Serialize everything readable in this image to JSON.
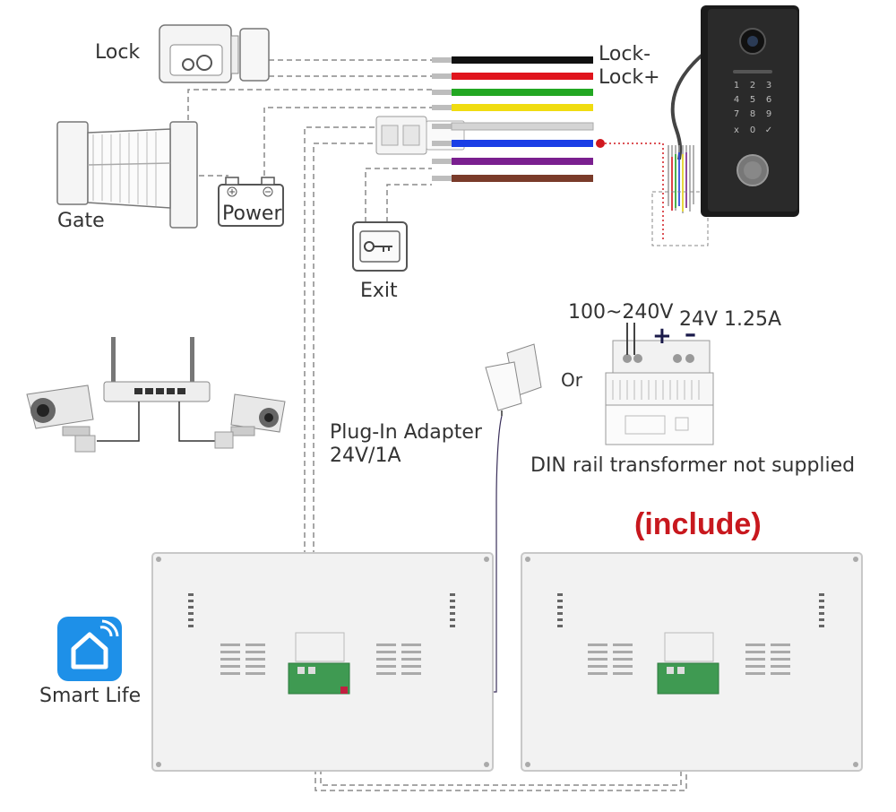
{
  "labels": {
    "lock": "Lock",
    "gate": "Gate",
    "power": "Power",
    "exit": "Exit",
    "lock_minus": "Lock-",
    "lock_plus": "Lock+",
    "voltage_range": "100~240V",
    "din_rating": "24V 1.25A",
    "plus_sign": "+",
    "minus_sign": "–",
    "or": "Or",
    "adapter_line1": "Plug-In Adapter",
    "adapter_line2": "24V/1A",
    "din_note": "DIN rail transformer not supplied",
    "include": "(include)",
    "smart_life": "Smart Life"
  },
  "wire_colors": [
    "#111111",
    "#e0141c",
    "#22a722",
    "#f0dc10",
    "#d4d4d4",
    "#1a3ee6",
    "#7a1f8f",
    "#7a3b2a"
  ],
  "icons": {
    "lock": "lock-icon",
    "gate": "gate-icon",
    "power": "battery-icon",
    "exit": "exit-button-icon",
    "doorbell": "doorbell-panel-icon",
    "router": "router-icon",
    "camera": "cctv-camera-icon",
    "adapter": "plug-in-adapter-icon",
    "din": "din-rail-transformer-icon",
    "monitor": "indoor-monitor-icon",
    "app": "smart-life-app-icon"
  },
  "accent_red": "#c8181e"
}
